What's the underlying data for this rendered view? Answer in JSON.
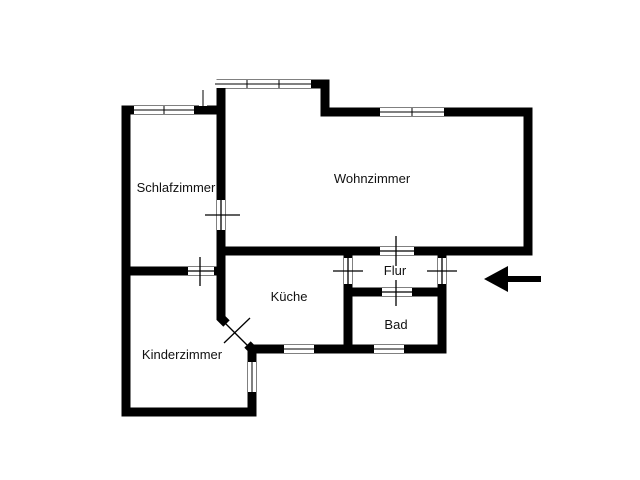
{
  "rooms": {
    "schlafzimmer": "Schlafzimmer",
    "wohnzimmer": "Wohnzimmer",
    "kueche": "Küche",
    "flur": "Flur",
    "bad": "Bad",
    "kinderzimmer": "Kinderzimmer"
  },
  "colors": {
    "wall": "#000000",
    "background": "#ffffff"
  },
  "icons": {
    "entrance": "arrow-left-icon"
  }
}
